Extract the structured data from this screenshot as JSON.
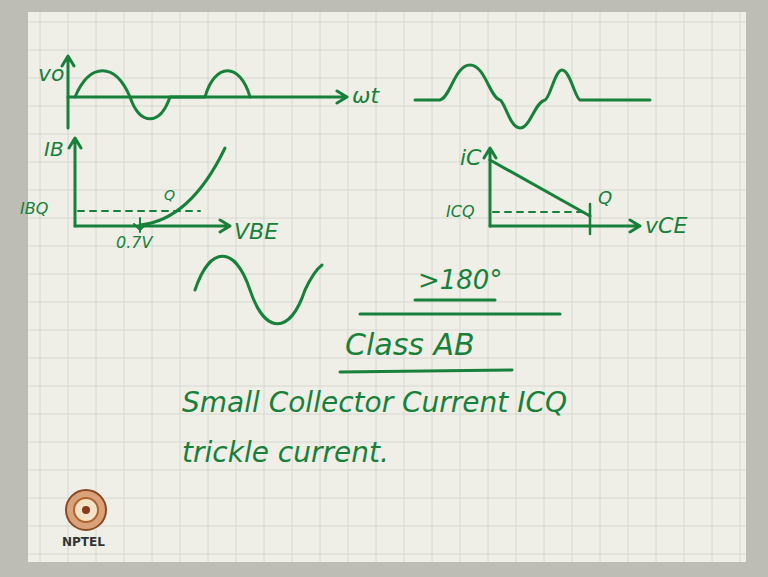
{
  "diagram": {
    "labels": [
      "vo",
      "ωt",
      "IB",
      "IBQ",
      "0.7V",
      "VBE",
      "Q",
      "iC",
      "ICQ",
      "Q",
      "vCE",
      ">180°",
      "Class AB",
      "Small Collector Current ICQ",
      "trickle current.",
      "NPTEL"
    ]
  }
}
